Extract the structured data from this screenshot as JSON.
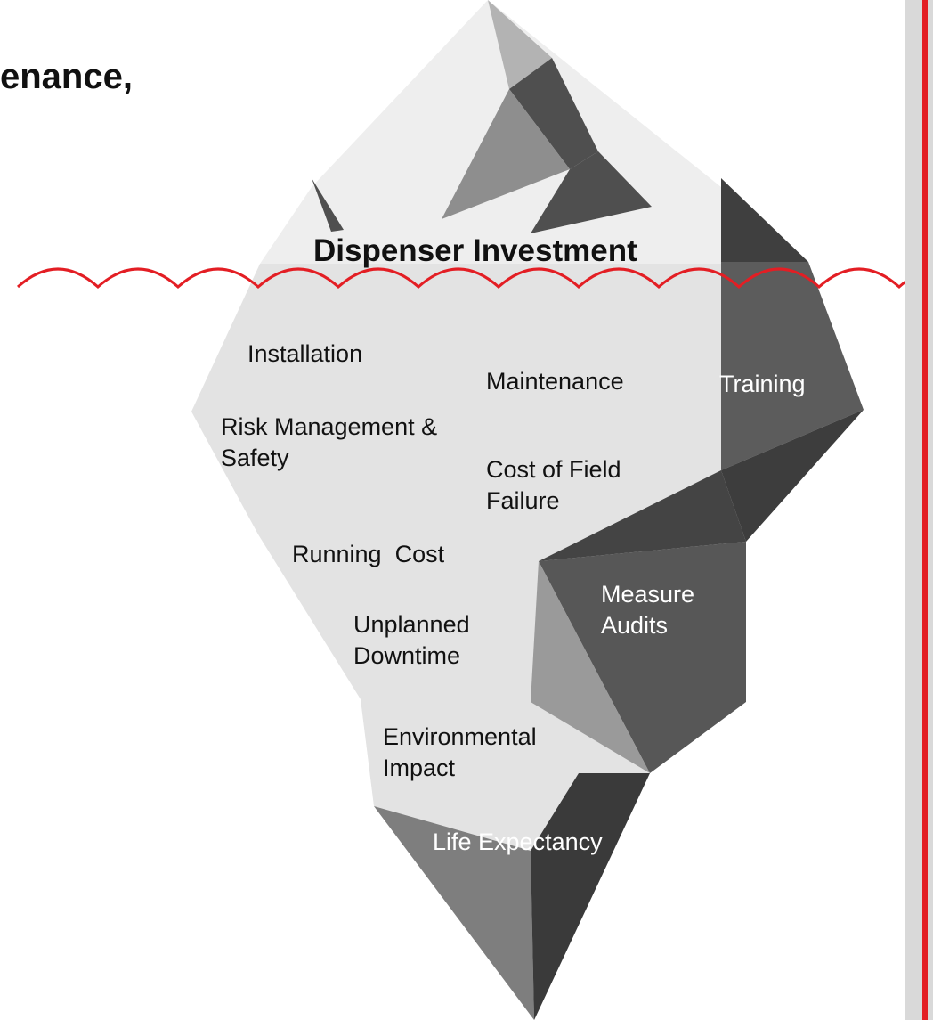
{
  "heading_fragment": "enance,",
  "iceberg": {
    "title": "Dispenser Investment",
    "hidden_costs": [
      "Installation",
      "Maintenance",
      "Training",
      "Risk Management & Safety",
      "Cost of Field Failure",
      "Running  Cost",
      "Measure Audits",
      "Unplanned Downtime",
      "Environmental Impact",
      "Life Expectancy"
    ]
  },
  "colors": {
    "waterline": "#e31e24",
    "accent_bar": "#e31e24",
    "side_panel": "#d9d9d9",
    "ice_light": "#e6e6e6",
    "ice_mid": "#9a9a9a",
    "ice_dark": "#444444"
  }
}
